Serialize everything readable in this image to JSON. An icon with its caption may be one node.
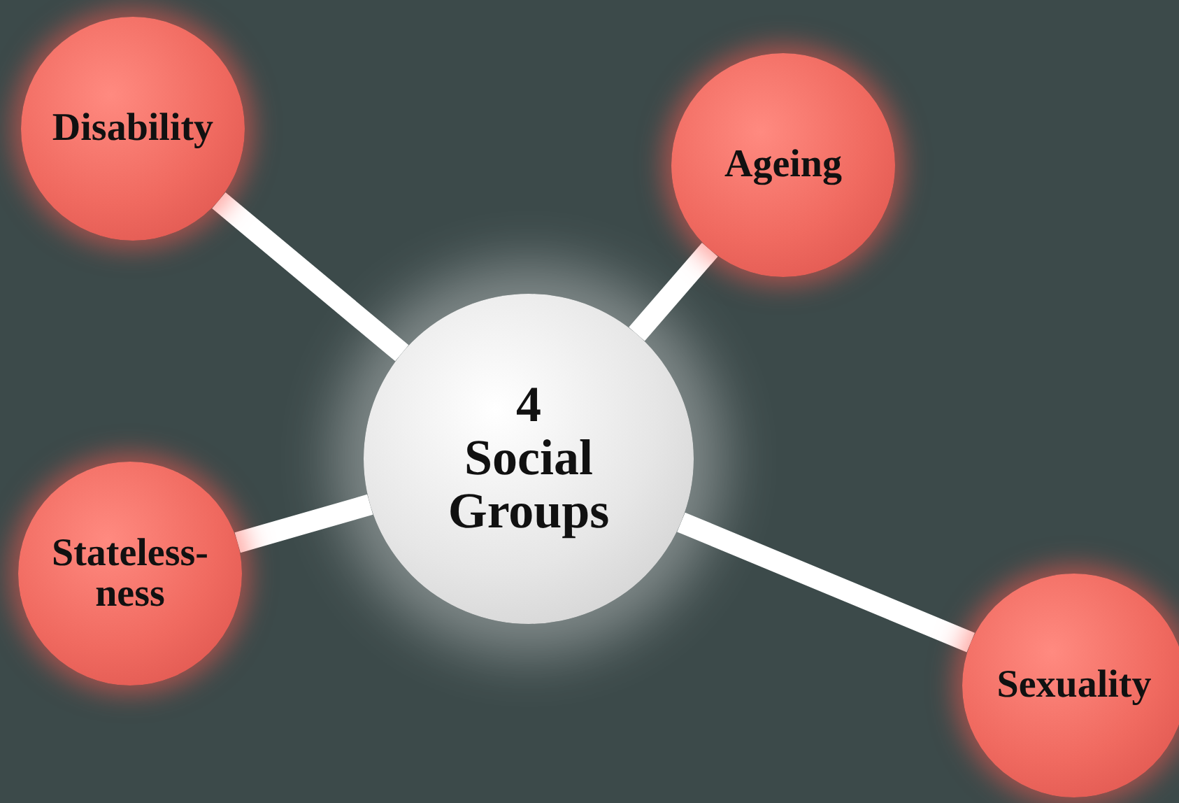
{
  "diagram": {
    "nodes": [
      {
        "text": [
          "Disability"
        ]
      },
      {
        "text": [
          "Ageing"
        ]
      },
      {
        "text": [
          "4 Social Groups"
        ]
      },
      {
        "text": [
          "Stateless- ness"
        ]
      },
      {
        "text": [
          "Sexuality"
        ]
      }
    ],
    "edges": [
      {
        "from": 2,
        "to": 0,
        "arrow": "none"
      },
      {
        "from": 2,
        "to": 1,
        "arrow": "none"
      },
      {
        "from": 2,
        "to": 3,
        "arrow": "none"
      },
      {
        "from": 2,
        "to": 4,
        "arrow": "none"
      }
    ]
  }
}
